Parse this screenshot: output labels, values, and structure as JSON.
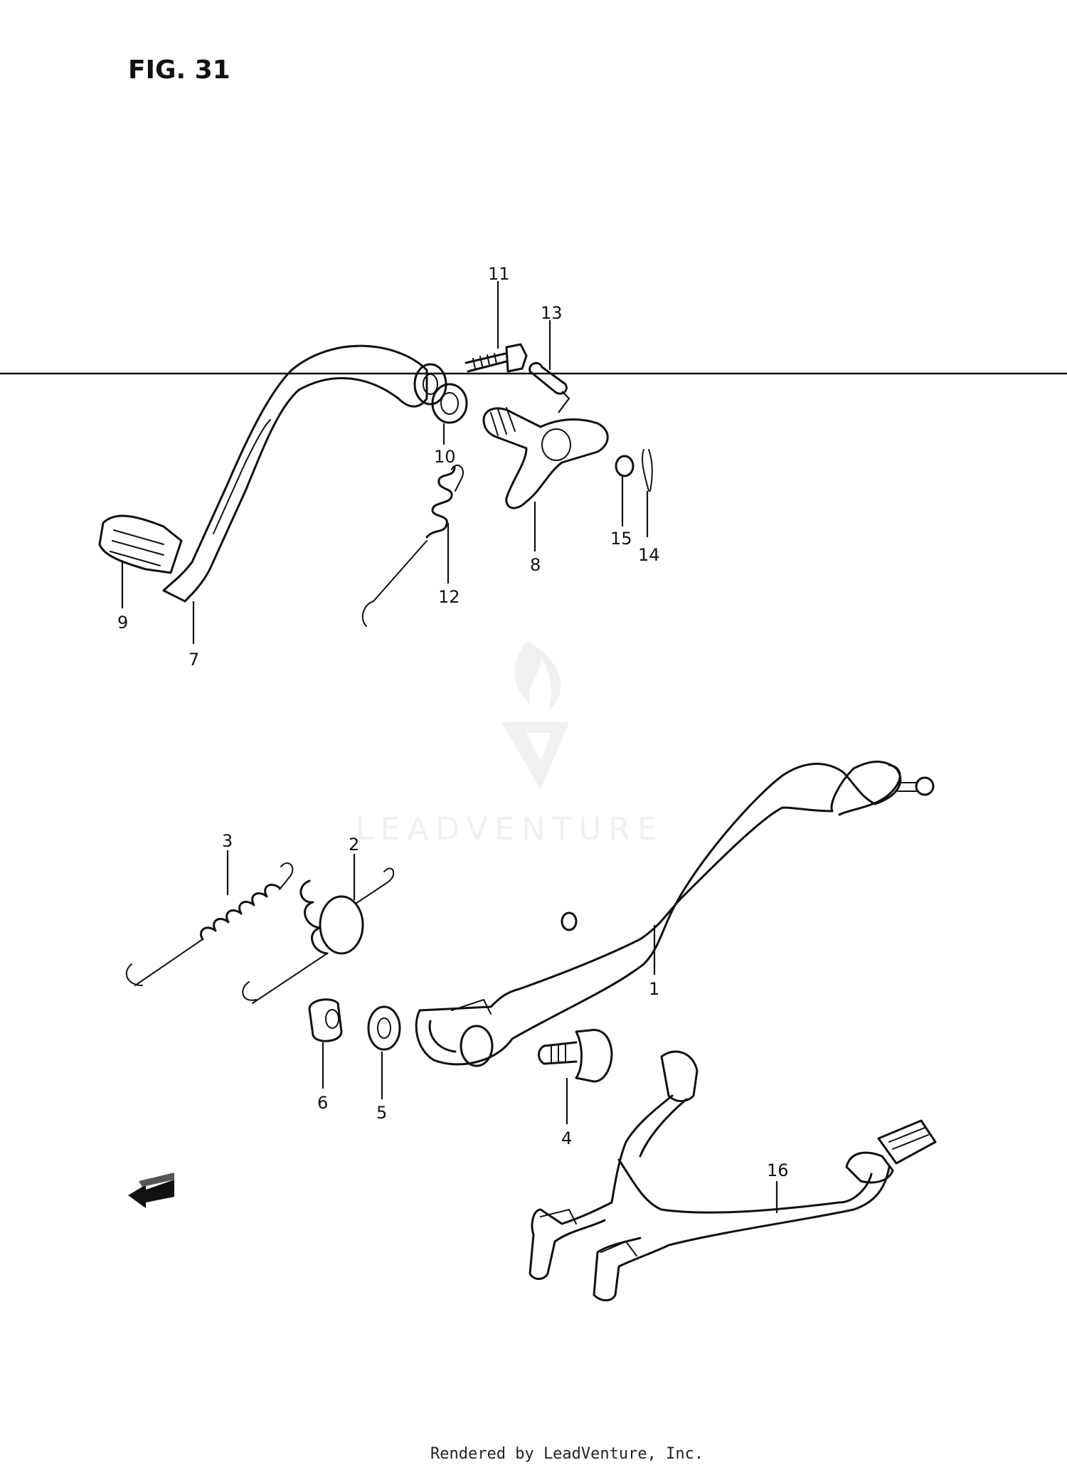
{
  "figure": {
    "title": "FIG. 31",
    "footer": "Rendered by LeadVenture, Inc.",
    "watermark": "LEADVENTURE"
  },
  "callouts": [
    {
      "id": "1",
      "label": "1"
    },
    {
      "id": "2",
      "label": "2"
    },
    {
      "id": "3",
      "label": "3"
    },
    {
      "id": "4",
      "label": "4"
    },
    {
      "id": "5",
      "label": "5"
    },
    {
      "id": "6",
      "label": "6"
    },
    {
      "id": "7",
      "label": "7"
    },
    {
      "id": "8",
      "label": "8"
    },
    {
      "id": "9",
      "label": "9"
    },
    {
      "id": "10",
      "label": "10"
    },
    {
      "id": "11",
      "label": "11"
    },
    {
      "id": "12",
      "label": "12"
    },
    {
      "id": "13",
      "label": "13"
    },
    {
      "id": "14",
      "label": "14"
    },
    {
      "id": "15",
      "label": "15"
    },
    {
      "id": "16",
      "label": "16"
    }
  ],
  "colors": {
    "ink": "#111111",
    "watermark": "#e4e4e4",
    "background": "#ffffff"
  }
}
